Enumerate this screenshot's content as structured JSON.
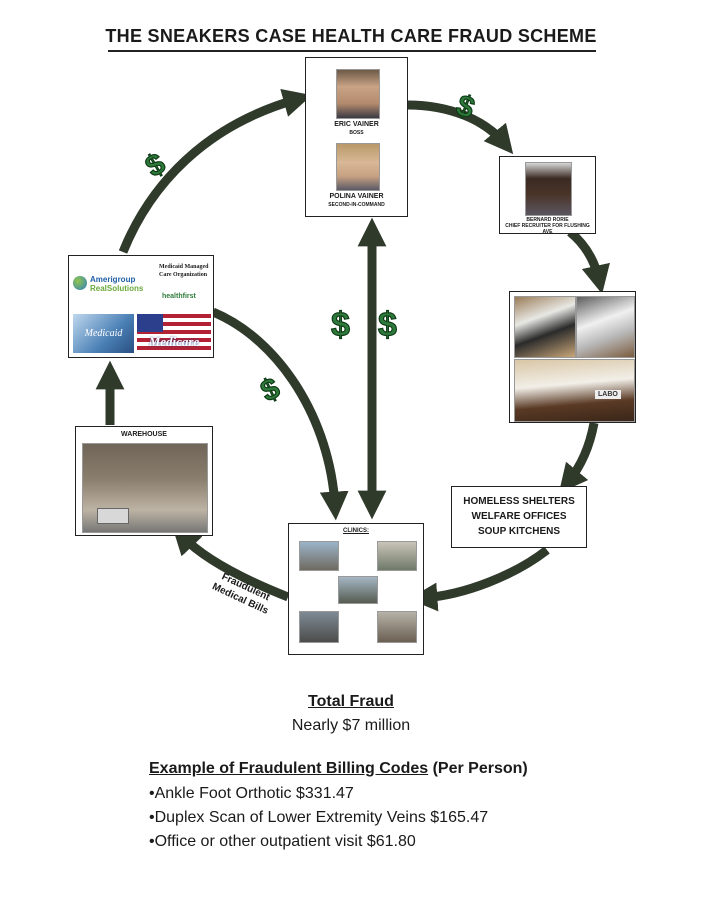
{
  "title": "THE SNEAKERS CASE HEALTH CARE FRAUD SCHEME",
  "boss": {
    "eric_name": "ERIC VAINER",
    "eric_role": "BOSS",
    "polina_name": "POLINA VAINER",
    "polina_role": "SECOND-IN-COMMAND"
  },
  "recruiter": {
    "name": "BERNARD RORIE",
    "role": "CHIEF RECRUITER FOR FLUSHING AVE"
  },
  "insurers": {
    "amerigroup_line1": "Amerigroup",
    "amerigroup_line2": "RealSolutions",
    "mmco_line1": "Medicaid Managed",
    "mmco_line2": "Care Organization",
    "healthfirst": "healthfirst",
    "medicaid": "Medicaid",
    "medicare": "Medicare"
  },
  "sneakers": {
    "brand": "LABO"
  },
  "locations": [
    "HOMELESS SHELTERS",
    "WELFARE OFFICES",
    "SOUP KITCHENS"
  ],
  "warehouse": {
    "label": "WAREHOUSE"
  },
  "clinics": {
    "label": "CLINICS:"
  },
  "bills_label": {
    "line1": "Fraudulent",
    "line2": "Medical Bills"
  },
  "dollar_symbol": "$",
  "summary": {
    "total_heading": "Total Fraud",
    "total_value": "Nearly $7 million",
    "codes_heading": "Example of Fraudulent Billing Codes",
    "codes_suffix": " (Per Person)",
    "codes": [
      "•Ankle Foot Orthotic $331.47",
      "•Duplex Scan of Lower Extremity Veins $165.47",
      "•Office or other outpatient visit $61.80"
    ]
  },
  "colors": {
    "arrow": "#2f3a2b",
    "dollar_fill": "#2e7a3a",
    "medicare_red": "#b22234",
    "medicare_blue": "#2b3f8c"
  }
}
